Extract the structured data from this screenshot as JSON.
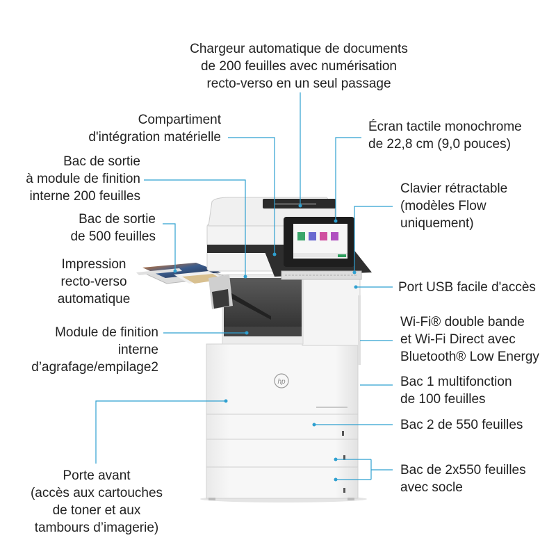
{
  "callouts": {
    "adf": [
      "Chargeur automatique de documents",
      "de 200 feuilles avec numérisation",
      "recto-verso en un seul passage"
    ],
    "hardware_pocket": [
      "Compartiment",
      "d'intégration matérielle"
    ],
    "touchscreen": [
      "Écran tactile monochrome",
      "de 22,8 cm (9,0 pouces)"
    ],
    "finisher_output_bin": [
      "Bac de sortie",
      "à module de finition",
      "interne 200 feuilles"
    ],
    "keyboard": [
      "Clavier rétractable",
      "(modèles Flow",
      "uniquement)"
    ],
    "output_bin_500": [
      "Bac de sortie",
      "de 500 feuilles"
    ],
    "duplex": [
      "Impression",
      "recto-verso",
      "automatique"
    ],
    "usb": [
      "Port USB facile d'accès"
    ],
    "wifi": [
      "Wi-Fi® double bande",
      "et Wi-Fi Direct avec",
      "Bluetooth® Low Energy"
    ],
    "finisher": [
      "Module de finition",
      "interne",
      "d’agrafage/empilage2"
    ],
    "tray1": [
      "Bac 1 multifonction",
      "de 100 feuilles"
    ],
    "tray2": [
      "Bac 2 de 550 feuilles"
    ],
    "front_door": [
      "Porte avant",
      "(accès aux cartouches",
      "de toner et aux",
      "tambours d’imagerie)"
    ],
    "stand_trays": [
      "Bac de 2x550 feuilles",
      "avec socle"
    ]
  },
  "brand": "hp",
  "colors": {
    "callout_line": "#2fa0d0",
    "text": "#222222",
    "body": "#f2f2f2",
    "dark": "#3a3a3a"
  }
}
